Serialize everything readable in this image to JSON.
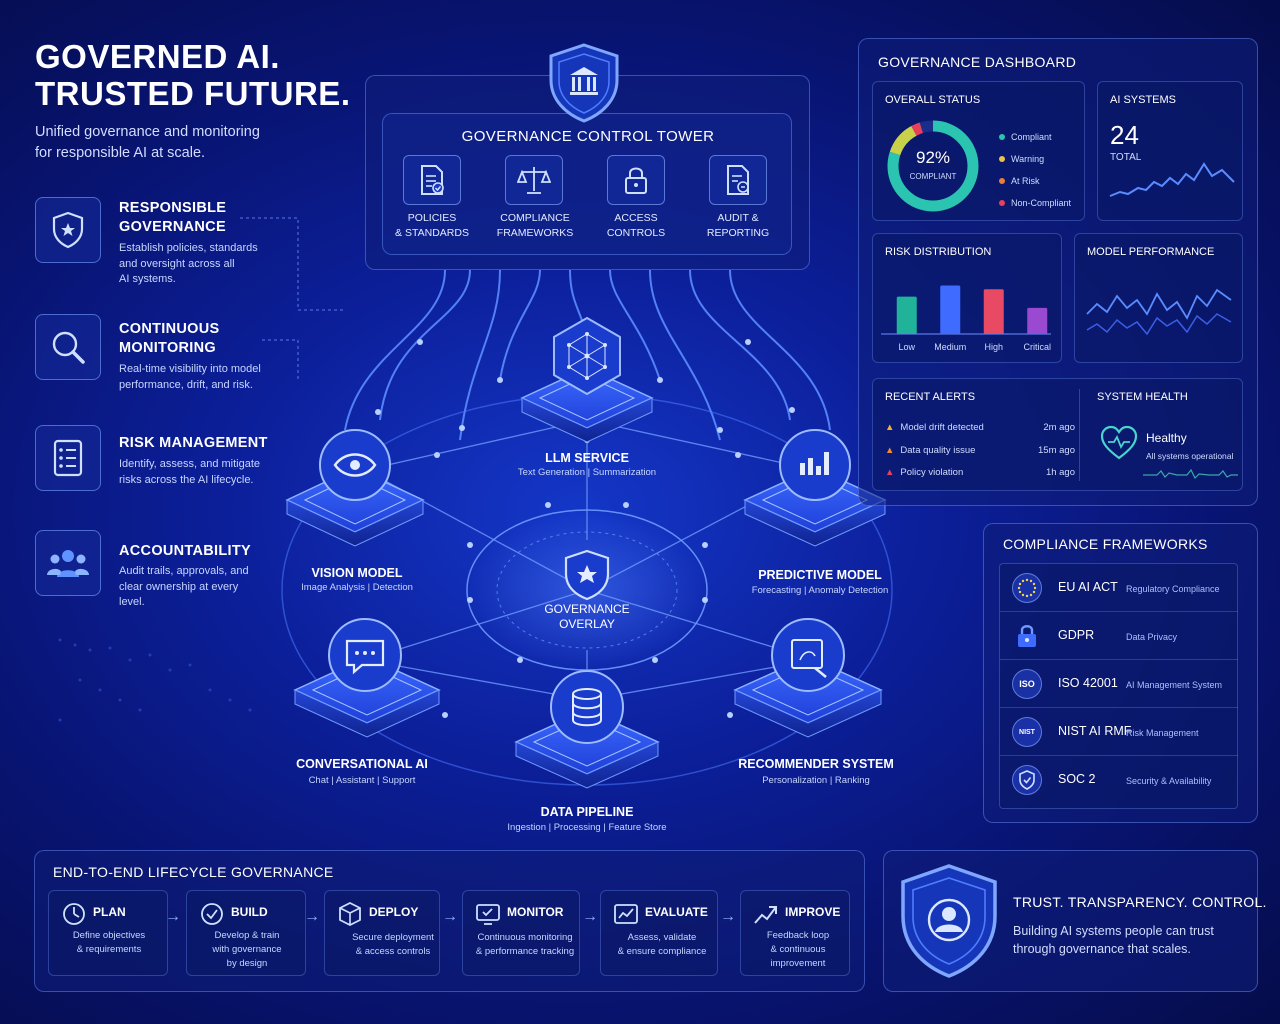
{
  "hero": {
    "title_line1": "GOVERNED AI.",
    "title_line2": "TRUSTED FUTURE.",
    "subtitle_line1": "Unified governance and monitoring",
    "subtitle_line2": "for responsible AI at scale."
  },
  "features": [
    {
      "icon": "shield-star-icon",
      "title1": "RESPONSIBLE",
      "title2": "GOVERNANCE",
      "desc": [
        "Establish policies, standards",
        "and oversight across all",
        "AI systems."
      ]
    },
    {
      "icon": "magnifier-icon",
      "title1": "CONTINUOUS",
      "title2": "MONITORING",
      "desc": [
        "Real-time visibility into model",
        "performance, drift, and risk."
      ]
    },
    {
      "icon": "checklist-icon",
      "title1": "RISK MANAGEMENT",
      "title2": "",
      "desc": [
        "Identify, assess, and mitigate",
        "risks across the AI lifecycle."
      ]
    },
    {
      "icon": "users-icon",
      "title1": "ACCOUNTABILITY",
      "title2": "",
      "desc": [
        "Audit trails, approvals, and",
        "clear ownership at every",
        "level."
      ]
    }
  ],
  "tower": {
    "title": "GOVERNANCE CONTROL TOWER",
    "items": [
      {
        "icon": "document-check-icon",
        "line1": "POLICIES",
        "line2": "& STANDARDS"
      },
      {
        "icon": "scales-icon",
        "line1": "COMPLIANCE",
        "line2": "FRAMEWORKS"
      },
      {
        "icon": "lock-icon",
        "line1": "ACCESS",
        "line2": "CONTROLS"
      },
      {
        "icon": "report-icon",
        "line1": "AUDIT &",
        "line2": "REPORTING"
      }
    ]
  },
  "nodes": {
    "llm": {
      "title": "LLM SERVICE",
      "sub": "Text Generation | Summarization"
    },
    "vision": {
      "title": "VISION MODEL",
      "sub": "Image Analysis | Detection"
    },
    "predictive": {
      "title": "PREDICTIVE MODEL",
      "sub": "Forecasting | Anomaly Detection"
    },
    "overlay": {
      "line1": "GOVERNANCE",
      "line2": "OVERLAY"
    },
    "conversational": {
      "title": "CONVERSATIONAL AI",
      "sub": "Chat | Assistant | Support"
    },
    "recommender": {
      "title": "RECOMMENDER SYSTEM",
      "sub": "Personalization | Ranking"
    },
    "pipeline": {
      "title": "DATA PIPELINE",
      "sub": "Ingestion | Processing | Feature Store"
    }
  },
  "dashboard": {
    "title": "GOVERNANCE DASHBOARD",
    "overall": {
      "label": "OVERALL STATUS",
      "percent": "92%",
      "percent_label": "COMPLIANT",
      "legend": [
        {
          "label": "Compliant",
          "color": "#2bc4b0"
        },
        {
          "label": "Warning",
          "color": "#e8c24a"
        },
        {
          "label": "At Risk",
          "color": "#f07a3a"
        },
        {
          "label": "Non-Compliant",
          "color": "#e8405a"
        }
      ]
    },
    "ai_systems": {
      "label": "AI SYSTEMS",
      "count": "24",
      "count_label": "TOTAL"
    },
    "risk": {
      "label": "RISK DISTRIBUTION"
    },
    "performance": {
      "label": "MODEL PERFORMANCE"
    },
    "alerts": {
      "label": "RECENT ALERTS",
      "items": [
        {
          "text": "Model drift detected",
          "time": "2m ago",
          "color": "#f0b030"
        },
        {
          "text": "Data quality issue",
          "time": "15m ago",
          "color": "#f08a30"
        },
        {
          "text": "Policy violation",
          "time": "1h ago",
          "color": "#e8405a"
        }
      ]
    },
    "health": {
      "label": "SYSTEM HEALTH",
      "status": "Healthy",
      "detail": "All systems operational"
    }
  },
  "chart_data": {
    "type": "bar",
    "categories": [
      "Low",
      "Medium",
      "High",
      "Critical"
    ],
    "values": [
      40,
      52,
      48,
      28
    ],
    "colors": [
      "#21b39a",
      "#3f6bff",
      "#e84a64",
      "#9a4ad0"
    ],
    "title": "RISK DISTRIBUTION",
    "ylim": [
      0,
      60
    ],
    "grid": false
  },
  "compliance": {
    "title": "COMPLIANCE FRAMEWORKS",
    "items": [
      {
        "icon": "eu-stars-icon",
        "name": "EU AI ACT",
        "desc": "Regulatory Compliance"
      },
      {
        "icon": "lock-icon",
        "name": "GDPR",
        "desc": "Data Privacy"
      },
      {
        "icon": "iso-icon",
        "icon_text": "ISO",
        "name": "ISO 42001",
        "desc": "AI Management System"
      },
      {
        "icon": "nist-icon",
        "icon_text": "NIST",
        "name": "NIST AI RMF",
        "desc": "Risk Management"
      },
      {
        "icon": "shield-check-icon",
        "name": "SOC 2",
        "desc": "Security & Availability"
      }
    ]
  },
  "lifecycle": {
    "title": "END-TO-END LIFECYCLE GOVERNANCE",
    "steps": [
      {
        "icon": "target-icon",
        "name": "PLAN",
        "desc": [
          "Define objectives",
          "& requirements"
        ]
      },
      {
        "icon": "check-circle-icon",
        "name": "BUILD",
        "desc": [
          "Develop & train",
          "with governance",
          "by design"
        ]
      },
      {
        "icon": "cube-icon",
        "name": "DEPLOY",
        "desc": [
          "Secure deployment",
          "& access controls"
        ]
      },
      {
        "icon": "monitor-check-icon",
        "name": "MONITOR",
        "desc": [
          "Continuous monitoring",
          "& performance tracking"
        ]
      },
      {
        "icon": "chart-check-icon",
        "name": "EVALUATE",
        "desc": [
          "Assess, validate",
          "& ensure compliance"
        ]
      },
      {
        "icon": "trend-up-icon",
        "name": "IMPROVE",
        "desc": [
          "Feedback loop",
          "& continuous",
          "improvement"
        ]
      }
    ]
  },
  "trust": {
    "title": "TRUST. TRANSPARENCY. CONTROL.",
    "line1": "Building AI systems people can trust",
    "line2": "through governance that scales."
  }
}
